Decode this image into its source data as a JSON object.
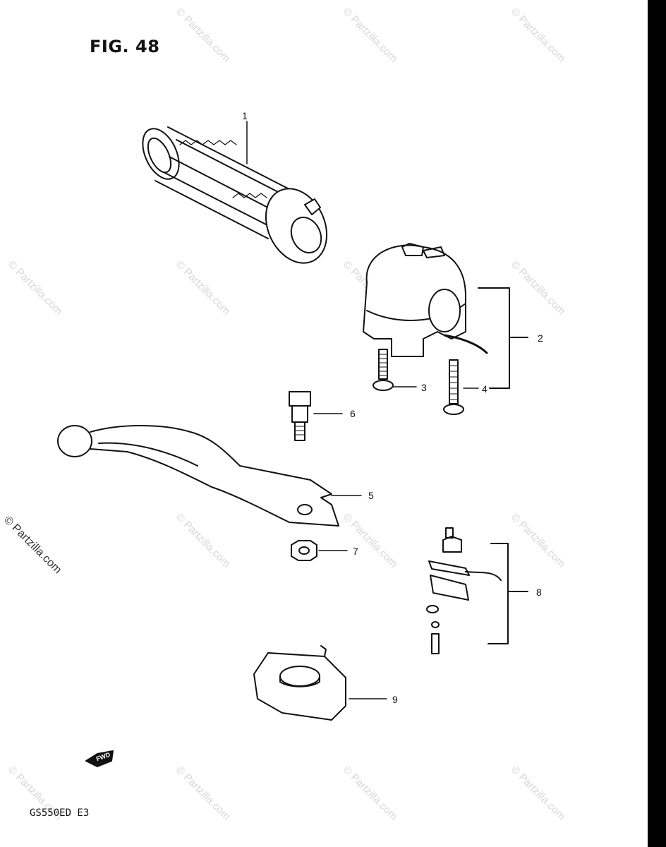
{
  "figure": {
    "title": "FIG. 48",
    "model": "GS550ED  E3"
  },
  "watermark": {
    "text": "© Partzilla.com"
  },
  "fwd_badge": "FWD",
  "callouts": [
    {
      "id": "1",
      "label": "1"
    },
    {
      "id": "2",
      "label": "2"
    },
    {
      "id": "3",
      "label": "3"
    },
    {
      "id": "4",
      "label": "4"
    },
    {
      "id": "5",
      "label": "5"
    },
    {
      "id": "6",
      "label": "6"
    },
    {
      "id": "7",
      "label": "7"
    },
    {
      "id": "8",
      "label": "8"
    },
    {
      "id": "9",
      "label": "9"
    }
  ],
  "colors": {
    "ink": "#111111",
    "watermark": "#d7d7d7",
    "background": "#ffffff"
  }
}
